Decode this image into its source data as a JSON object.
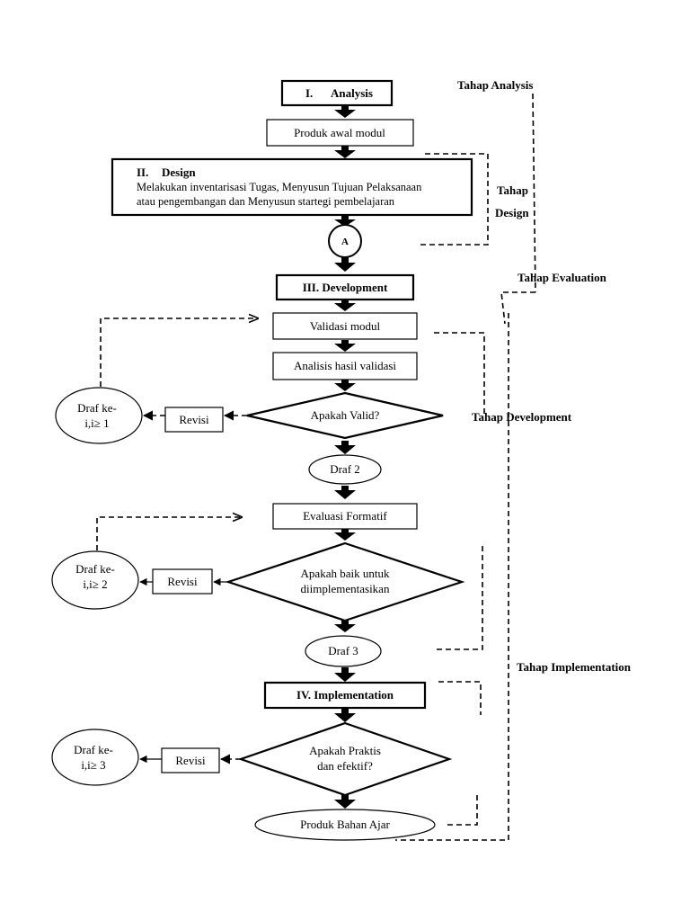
{
  "steps": {
    "analysis": {
      "num": "I.",
      "title": "Analysis"
    },
    "produk_awal": "Produk awal modul",
    "design": {
      "num": "II.",
      "title": "Design",
      "line1": "Melakukan inventarisasi Tugas, Menyusun Tujuan Pelaksanaan",
      "line2": "atau pengembangan dan Menyusun startegi pembelajaran"
    },
    "connector": "A",
    "development": "III.  Development",
    "validasi": "Validasi modul",
    "analisis": "Analisis hasil validasi",
    "valid_q": "Apakah Valid?",
    "draf2": "Draf 2",
    "evaluasi": "Evaluasi Formatif",
    "baik_q": {
      "line1": "Apakah  baik  untuk",
      "line2": "diimplementasikan"
    },
    "draf3": "Draf 3",
    "implementation": "IV.  Implementation",
    "praktis_q": {
      "line1": "Apakah Praktis",
      "line2": "dan efektif?"
    },
    "produk_bahan": "Produk Bahan Ajar"
  },
  "revisions": [
    {
      "label": "Revisi",
      "draft_line1": "Draf ke-",
      "draft_line2": "i,i≥ 1"
    },
    {
      "label": "Revisi",
      "draft_line1": "Draf ke-",
      "draft_line2": "i,i≥ 2"
    },
    {
      "label": "Revisi",
      "draft_line1": "Draf ke-",
      "draft_line2": "i,i≥ 3"
    }
  ],
  "phases": {
    "analysis": "Tahap Analysis",
    "design_line1": "Tahap",
    "design_line2": "Design",
    "evaluation": "Tahap Evaluation",
    "development": "Tahap Development",
    "implementation": "Tahap Implementation"
  }
}
